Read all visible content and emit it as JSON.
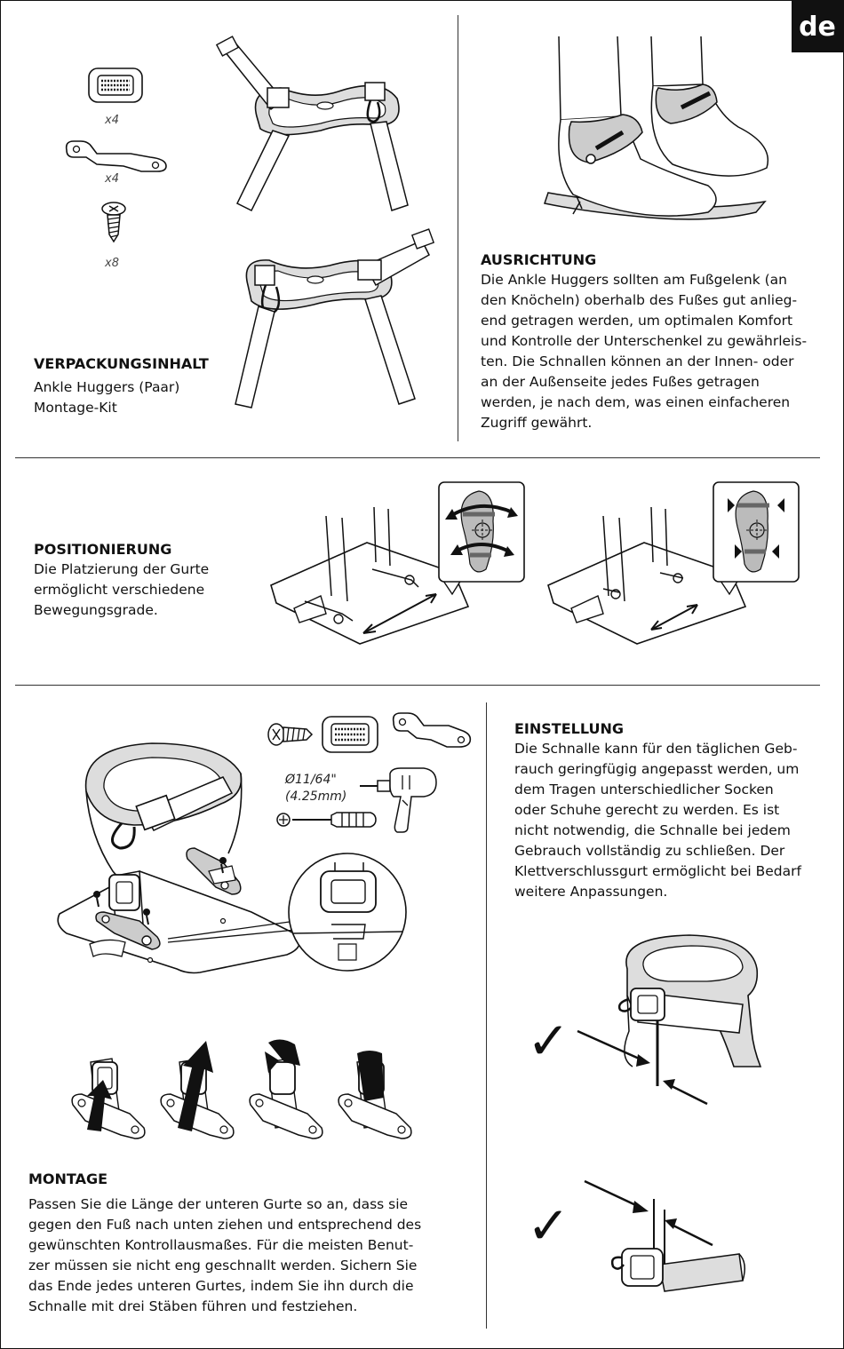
{
  "language_badge": "de",
  "packaging": {
    "heading": "VERPACKUNGSINHALT",
    "items": [
      "Ankle Huggers (Paar)",
      "Montage-Kit"
    ],
    "quantities": [
      "x4",
      "x4",
      "x8"
    ]
  },
  "alignment": {
    "heading": "AUSRICHTUNG",
    "lines": [
      "Die Ankle Huggers sollten am Fußgelenk (an",
      "den Knöcheln) oberhalb des Fußes gut anlieg-",
      "end getragen werden, um optimalen Komfort",
      "und Kontrolle der Unterschenkel zu gewährleis-",
      "ten. Die Schnallen können an der Innen- oder",
      "an der Außenseite jedes Fußes getragen",
      "werden, je nach dem, was einen einfacheren",
      "Zugriff gewährt."
    ]
  },
  "positioning": {
    "heading": "POSITIONIERUNG",
    "lines": [
      "Die Platzierung der Gurte",
      "ermöglicht verschiedene",
      "Bewegungsgrade."
    ]
  },
  "assembly": {
    "heading": "MONTAGE",
    "drill_size": "Ø11/64\"",
    "drill_size_mm": "(4.25mm)",
    "lines": [
      "Passen Sie die Länge der unteren Gurte so an, dass sie",
      "gegen den Fuß nach unten ziehen und entsprechend des",
      "gewünschten Kontrollausmaßes. Für die meisten Benut-",
      "zer müssen sie nicht eng geschnallt werden. Sichern Sie",
      "das Ende jedes unteren Gurtes, indem Sie ihn durch die",
      "Schnalle mit drei Stäben führen und festziehen."
    ]
  },
  "adjustment": {
    "heading": "EINSTELLUNG",
    "lines": [
      "Die Schnalle kann für den täglichen Geb-",
      "rauch geringfügig angepasst werden, um",
      "dem Tragen unterschiedlicher Socken",
      "oder Schuhe gerecht zu werden. Es ist",
      "nicht notwendig, die Schnalle bei jedem",
      "Gebrauch vollständig zu schließen. Der",
      "Klettverschlussgurt ermöglicht bei Bedarf",
      "weitere Anpassungen."
    ],
    "checkmarks": [
      "✓",
      "✓"
    ]
  }
}
